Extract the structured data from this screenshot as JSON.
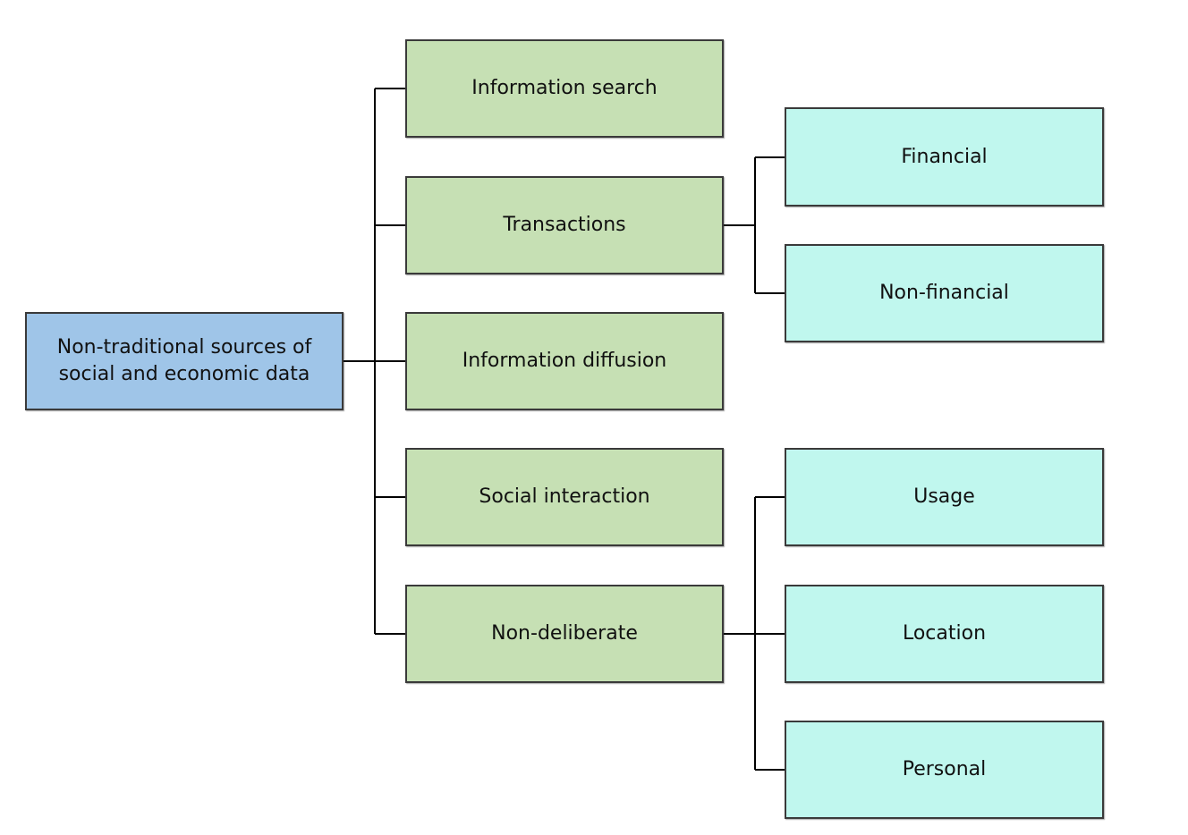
{
  "root": {
    "line1": "Non-traditional sources of",
    "line2": "social and economic data"
  },
  "categories": [
    "Information search",
    "Transactions",
    "Information diffusion",
    "Social interaction",
    "Non-deliberate"
  ],
  "transactions_children": [
    "Financial",
    "Non-financial"
  ],
  "nondeliberate_children": [
    "Usage",
    "Location",
    "Personal"
  ],
  "colors": {
    "root_fill": "#9fc5e8",
    "category_fill": "#c6e0b4",
    "subcategory_fill": "#c0f7ee",
    "border": "#3a3a3a",
    "connector": "#000000"
  }
}
